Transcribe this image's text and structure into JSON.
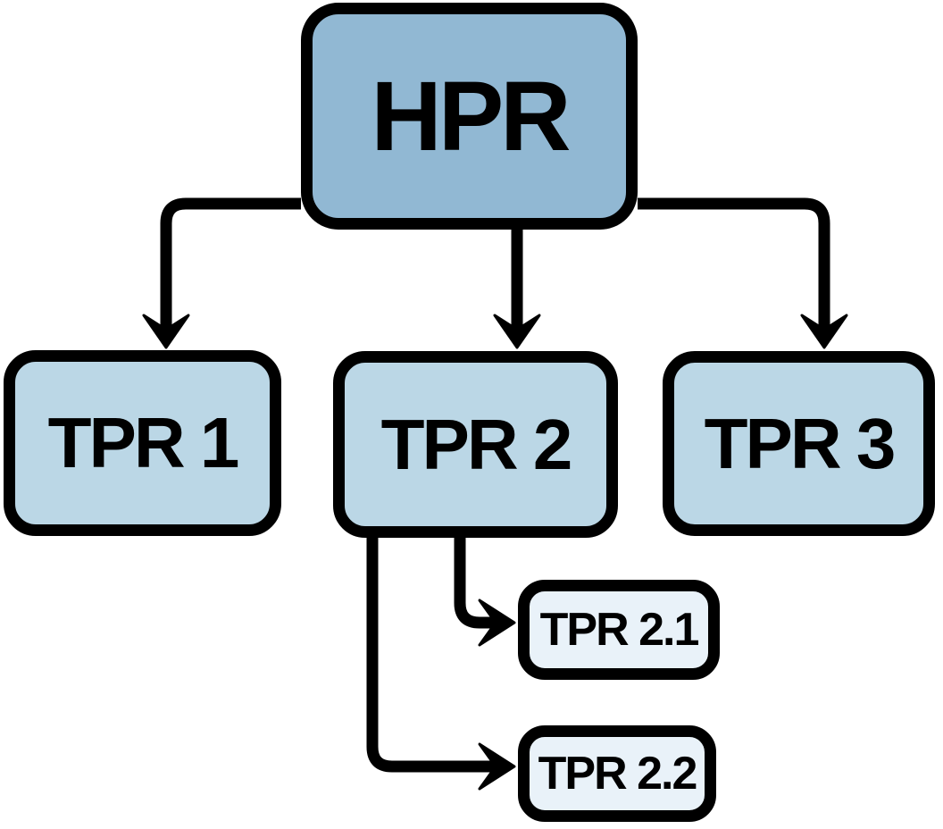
{
  "diagram": {
    "type": "hierarchy-flowchart",
    "background_color": "#ffffff",
    "line_color": "#000000",
    "text_color": "#000000",
    "nodes": [
      {
        "id": "hpr",
        "label": "HPR",
        "fill": "#91b8d3"
      },
      {
        "id": "tpr-1",
        "label": "TPR 1",
        "fill": "#bbd7e6"
      },
      {
        "id": "tpr-2",
        "label": "TPR 2",
        "fill": "#bbd7e6"
      },
      {
        "id": "tpr-3",
        "label": "TPR 3",
        "fill": "#bbd7e6"
      },
      {
        "id": "tpr-2-1",
        "label": "TPR 2.1",
        "fill": "#e9f2f9"
      },
      {
        "id": "tpr-2-2",
        "label": "TPR 2.2",
        "fill": "#e9f2f9"
      }
    ],
    "edges": [
      {
        "from": "HPR",
        "to": "TPR 1"
      },
      {
        "from": "HPR",
        "to": "TPR 2"
      },
      {
        "from": "HPR",
        "to": "TPR 3"
      },
      {
        "from": "TPR 2",
        "to": "TPR 2.1"
      },
      {
        "from": "TPR 2",
        "to": "TPR 2.2"
      }
    ]
  }
}
